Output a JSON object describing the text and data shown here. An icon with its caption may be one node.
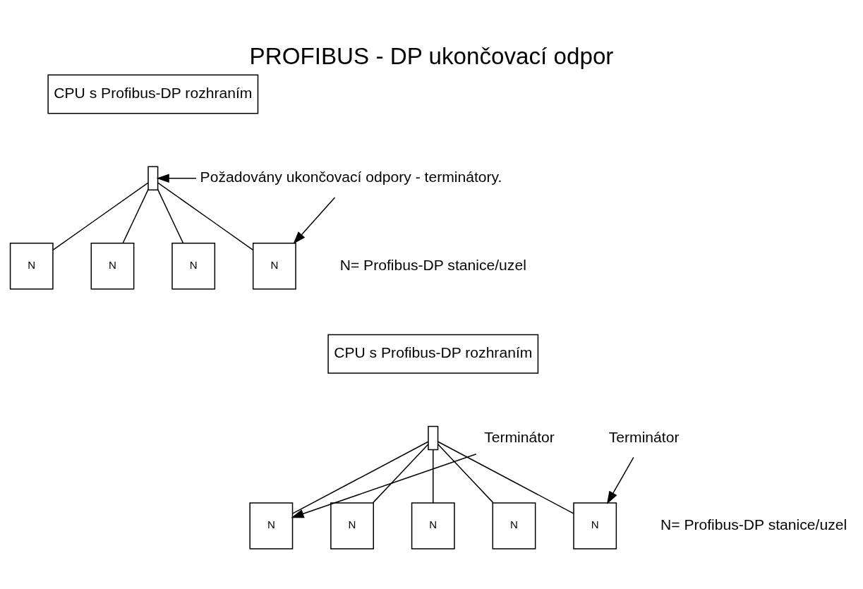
{
  "diagram": {
    "title": "PROFIBUS - DP ukončovací odpor",
    "nodes": [
      {
        "text": [
          "CPU s Profibus-DP rozhraním"
        ]
      },
      {
        "text": [],
        "shape": "box"
      },
      {
        "text": [
          "Požadovány ukončovací odpory - terminátory."
        ]
      },
      {
        "text": [
          "N"
        ]
      },
      {
        "text": [
          "N"
        ]
      },
      {
        "text": [
          "N"
        ]
      },
      {
        "text": [
          "N"
        ]
      },
      {
        "text": [
          "CPU s Profibus-DP rozhraním"
        ]
      },
      {
        "text": [],
        "shape": "box"
      },
      {
        "text": [
          "Terminátor"
        ]
      },
      {
        "text": [
          "Terminátor"
        ]
      },
      {
        "text": [
          "N"
        ]
      },
      {
        "text": [
          "N"
        ]
      },
      {
        "text": [
          "N"
        ]
      },
      {
        "text": [
          "N"
        ]
      },
      {
        "text": [
          "N"
        ]
      }
    ],
    "edges": [
      {
        "from": 1,
        "to": 3,
        "arrow": "none"
      },
      {
        "from": 1,
        "to": 4,
        "arrow": "none"
      },
      {
        "from": 1,
        "to": 5,
        "arrow": "none"
      },
      {
        "from": 1,
        "to": 6,
        "arrow": "none"
      },
      {
        "from": 2,
        "to": 1,
        "arrow": "to"
      },
      {
        "from": 2,
        "to": 6,
        "arrow": "to"
      },
      {
        "from": 8,
        "to": 11,
        "arrow": "none"
      },
      {
        "from": 8,
        "to": 12,
        "arrow": "none"
      },
      {
        "from": 8,
        "to": 13,
        "arrow": "none"
      },
      {
        "from": 8,
        "to": 14,
        "arrow": "none"
      },
      {
        "from": 8,
        "to": 15,
        "arrow": "none"
      },
      {
        "from": 9,
        "to": 11,
        "arrow": "to"
      },
      {
        "from": 10,
        "to": 15,
        "arrow": "to"
      }
    ],
    "labels": [
      "N= Profibus-DP stanice/uzel",
      "N= Profibus-DP stanice/uzel"
    ]
  }
}
